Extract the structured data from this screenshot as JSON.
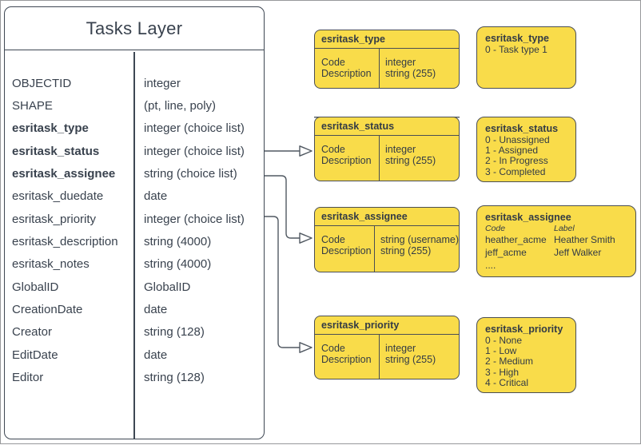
{
  "colors": {
    "box_fill": "#f9dc4a",
    "box_border": "#4a4e54",
    "table_border": "#3e4753",
    "connector": "#515962",
    "text": "#39424e"
  },
  "tasks_layer": {
    "title": "Tasks Layer",
    "fields": [
      {
        "name": "OBJECTID",
        "type": "integer",
        "bold": false
      },
      {
        "name": "SHAPE",
        "type": "(pt, line, poly)",
        "bold": false
      },
      {
        "name": "esritask_type",
        "type": "integer (choice list)",
        "bold": true
      },
      {
        "name": "esritask_status",
        "type": "integer (choice list)",
        "bold": true
      },
      {
        "name": "esritask_assignee",
        "type": "string (choice list)",
        "bold": true
      },
      {
        "name": "esritask_duedate",
        "type": "date",
        "bold": false
      },
      {
        "name": "esritask_priority",
        "type": "integer (choice list)",
        "bold": false
      },
      {
        "name": "esritask_description",
        "type": "string (4000)",
        "bold": false
      },
      {
        "name": "esritask_notes",
        "type": "string (4000)",
        "bold": false
      },
      {
        "name": "GlobalID",
        "type": "GlobalID",
        "bold": false
      },
      {
        "name": "CreationDate",
        "type": "date",
        "bold": false
      },
      {
        "name": "Creator",
        "type": "string (128)",
        "bold": false
      },
      {
        "name": "EditDate",
        "type": "date",
        "bold": false
      },
      {
        "name": "Editor",
        "type": "string (128)",
        "bold": false
      }
    ]
  },
  "domain_tables": {
    "type": {
      "title": "esritask_type",
      "fields": [
        "Code",
        "Description"
      ],
      "types": [
        "integer",
        "string (255)"
      ]
    },
    "status": {
      "title": "esritask_status",
      "fields": [
        "Code",
        "Description"
      ],
      "types": [
        "integer",
        "string (255)"
      ]
    },
    "assignee": {
      "title": "esritask_assignee",
      "fields": [
        "Code",
        "Description"
      ],
      "types": [
        "string (username)",
        "string (255)"
      ]
    },
    "priority": {
      "title": "esritask_priority",
      "fields": [
        "Code",
        "Description"
      ],
      "types": [
        "integer",
        "string (255)"
      ]
    }
  },
  "value_lists": {
    "type": {
      "title": "esritask_type",
      "values": [
        "0 - Task type 1"
      ]
    },
    "status": {
      "title": "esritask_status",
      "values": [
        "0 - Unassigned",
        "1 - Assigned",
        "2 - In Progress",
        "3 - Completed"
      ]
    },
    "assignee": {
      "title": "esritask_assignee",
      "col_headers": [
        "Code",
        "Label"
      ],
      "pairs": [
        [
          "heather_acme",
          "Heather Smith"
        ],
        [
          "jeff_acme",
          "Jeff Walker"
        ]
      ],
      "more": "...."
    },
    "priority": {
      "title": "esritask_priority",
      "values": [
        "0 - None",
        "1 - Low",
        "2 - Medium",
        "3 - High",
        "4 - Critical"
      ]
    }
  },
  "relationships": [
    {
      "from": "Tasks Layer.esritask_status",
      "to": "esritask_status"
    },
    {
      "from": "Tasks Layer.esritask_assignee",
      "to": "esritask_assignee"
    },
    {
      "from": "Tasks Layer.esritask_priority",
      "to": "esritask_priority"
    }
  ]
}
